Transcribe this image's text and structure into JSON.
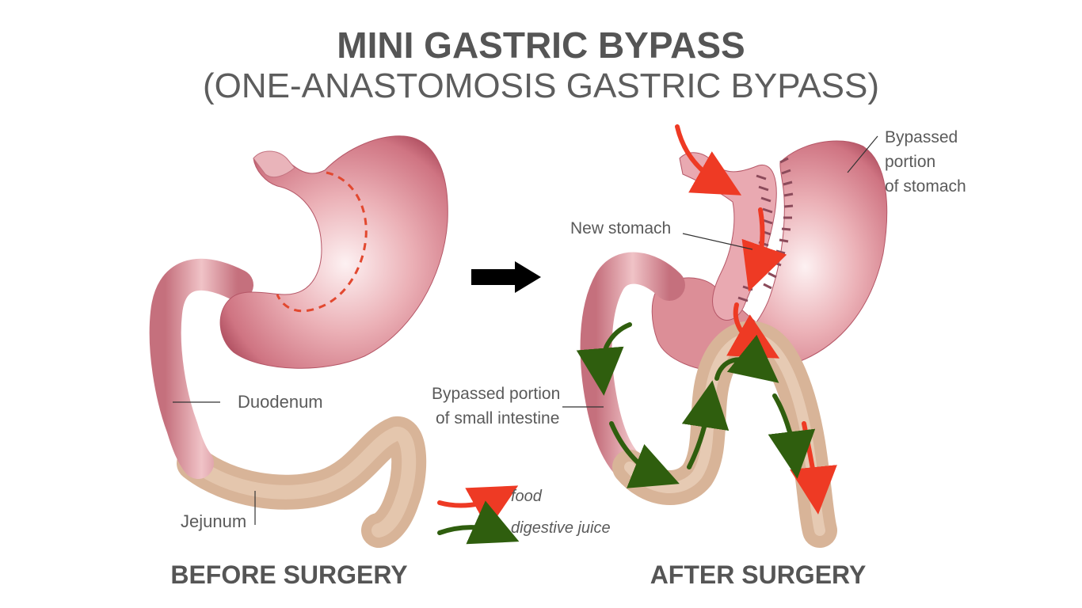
{
  "header": {
    "title": "MINI GASTRIC BYPASS",
    "subtitle": "(ONE-ANASTOMOSIS GASTRIC BYPASS)"
  },
  "before": {
    "heading": "BEFORE SURGERY",
    "labels": {
      "duodenum": "Duodenum",
      "jejunum": "Jejunum"
    }
  },
  "after": {
    "heading": "AFTER SURGERY",
    "labels": {
      "bypassed_stomach_line1": "Bypassed",
      "bypassed_stomach_line2": "portion",
      "bypassed_stomach_line3": "of stomach",
      "new_stomach": "New stomach",
      "bypassed_intestine_line1": "Bypassed portion",
      "bypassed_intestine_line2": "of small intestine"
    }
  },
  "legend": {
    "food": "food",
    "digestive_juice": "digestive juice"
  },
  "colors": {
    "stomach": "#d9878f",
    "stomach_dark": "#b04e5d",
    "intestine": "#d8b498",
    "intestine_dark": "#b08a6e",
    "food_arrow": "#ee3a24",
    "juice_arrow": "#2f5e0e",
    "text": "#555555"
  },
  "icons": {
    "transition": "right-arrow-icon"
  }
}
